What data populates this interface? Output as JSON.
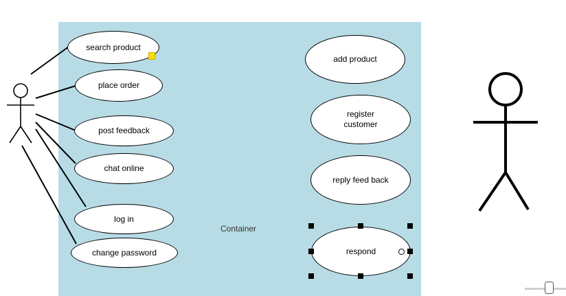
{
  "diagram": {
    "container_label": "Container",
    "use_cases_left": [
      {
        "id": "search-product",
        "label": "search product"
      },
      {
        "id": "place-order",
        "label": "place order"
      },
      {
        "id": "post-feedback",
        "label": "post feedback"
      },
      {
        "id": "chat-online",
        "label": "chat online"
      },
      {
        "id": "log-in",
        "label": "log in"
      },
      {
        "id": "change-password",
        "label": "change password"
      }
    ],
    "use_cases_right": [
      {
        "id": "add-product",
        "label": "add product"
      },
      {
        "id": "register-customer",
        "label": "register\ncustomer"
      },
      {
        "id": "reply-feed-back",
        "label": "reply feed back"
      },
      {
        "id": "respond",
        "label": "respond"
      }
    ],
    "selected_use_case": "respond",
    "actors": [
      {
        "id": "left-actor"
      },
      {
        "id": "right-actor"
      }
    ]
  },
  "colors": {
    "container_fill": "#b7dce6",
    "use_case_fill": "#ffffff",
    "selection_handle": "#000000",
    "note_icon": "#f5e000"
  },
  "icons": {
    "note": "note-icon",
    "zoom_slider": "zoom-slider"
  }
}
